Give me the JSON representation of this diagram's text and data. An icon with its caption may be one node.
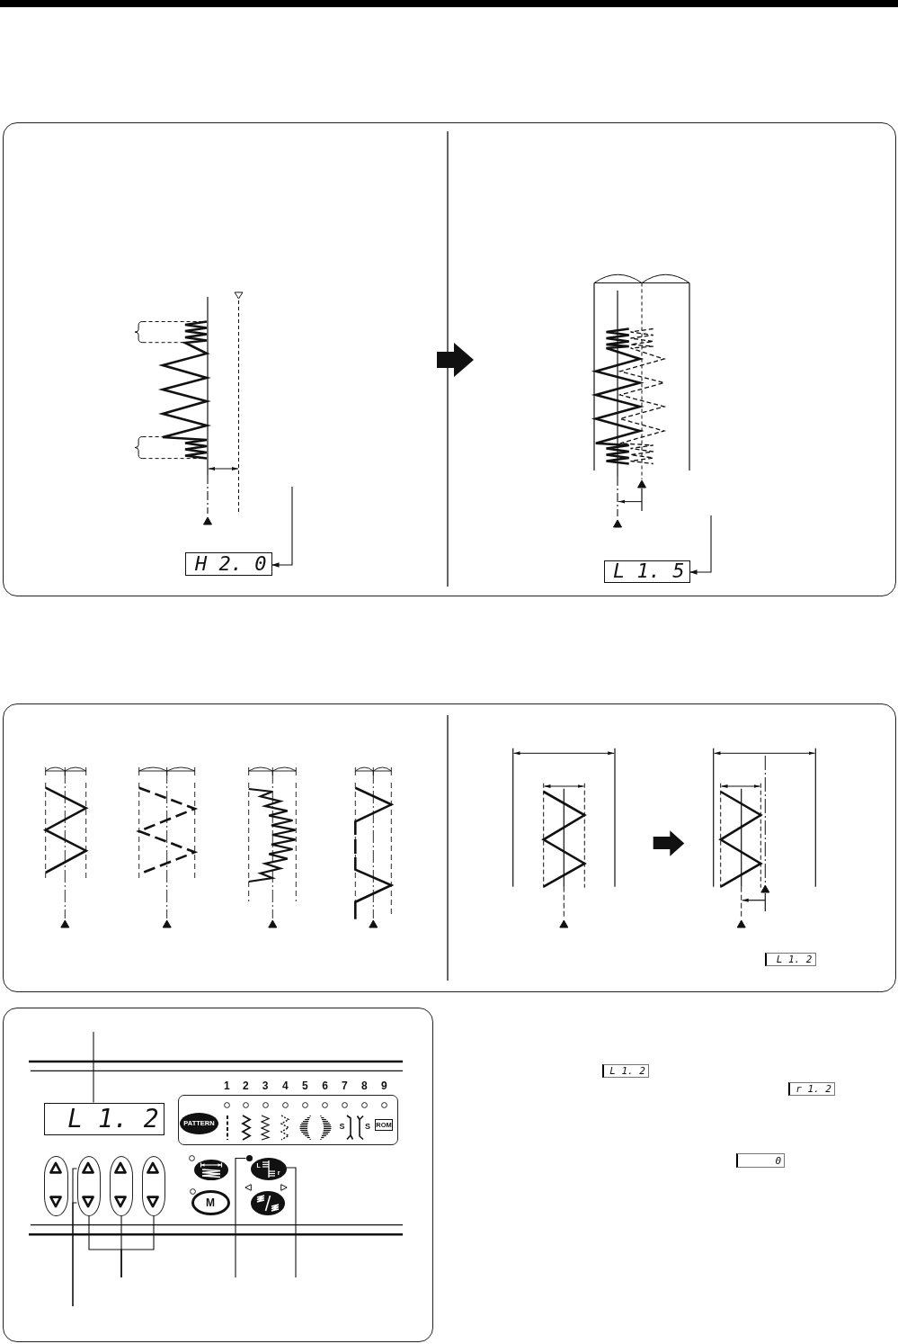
{
  "diagram": {
    "nodes": [
      {
        "text": [],
        "shape": "box"
      },
      {
        "text": [
          "H 2. 0"
        ],
        "in": 0
      },
      {
        "text": [
          "L 1. 5"
        ],
        "in": 0
      },
      {
        "text": [],
        "shape": "box"
      },
      {
        "text": [
          "L 1. 2"
        ],
        "in": 3
      },
      {
        "text": [],
        "shape": "box"
      },
      {
        "text": [
          "L 1. 2"
        ],
        "in": 5
      },
      {
        "text": [],
        "shape": "box",
        "in": 5
      },
      {
        "text": [
          "PATTERN"
        ],
        "in": 7
      },
      {
        "text": [
          "ROM"
        ],
        "in": 7
      },
      {
        "text": [],
        "shape": "oval",
        "in": 5
      },
      {
        "text": [],
        "shape": "oval",
        "in": 5
      },
      {
        "text": [],
        "shape": "oval",
        "in": 5
      },
      {
        "text": [],
        "shape": "oval",
        "in": 5
      },
      {
        "text": [],
        "shape": "oval",
        "in": 5
      },
      {
        "text": [
          "M"
        ],
        "in": 5
      },
      {
        "text": [],
        "shape": "circle",
        "in": 5
      },
      {
        "text": [
          "L",
          "r"
        ],
        "in": 5
      },
      {
        "text": [],
        "shape": "oval",
        "in": 5
      },
      {
        "text": [
          "L 1. 2"
        ]
      },
      {
        "text": [
          "r 1. 2"
        ]
      },
      {
        "text": [
          "0"
        ]
      }
    ],
    "edges": [
      {
        "from": null,
        "to": 1,
        "arrow": "to"
      },
      {
        "from": null,
        "to": 2,
        "arrow": "to"
      },
      {
        "from": 6,
        "to": null,
        "arrow": "none"
      },
      {
        "from": 11,
        "to": null,
        "arrow": "none"
      },
      {
        "from": 11,
        "to": null,
        "arrow": "none"
      },
      {
        "from": 11,
        "to": null,
        "arrow": "none"
      },
      {
        "from": 12,
        "to": null,
        "arrow": "none"
      },
      {
        "from": 13,
        "to": null,
        "arrow": "none"
      },
      {
        "from": 16,
        "to": null,
        "arrow": "none"
      },
      {
        "from": 17,
        "to": null,
        "arrow": "none"
      }
    ],
    "labels": [
      "1",
      "2",
      "3",
      "4",
      "5",
      "6",
      "7",
      "8",
      "9",
      "S",
      "S"
    ]
  }
}
